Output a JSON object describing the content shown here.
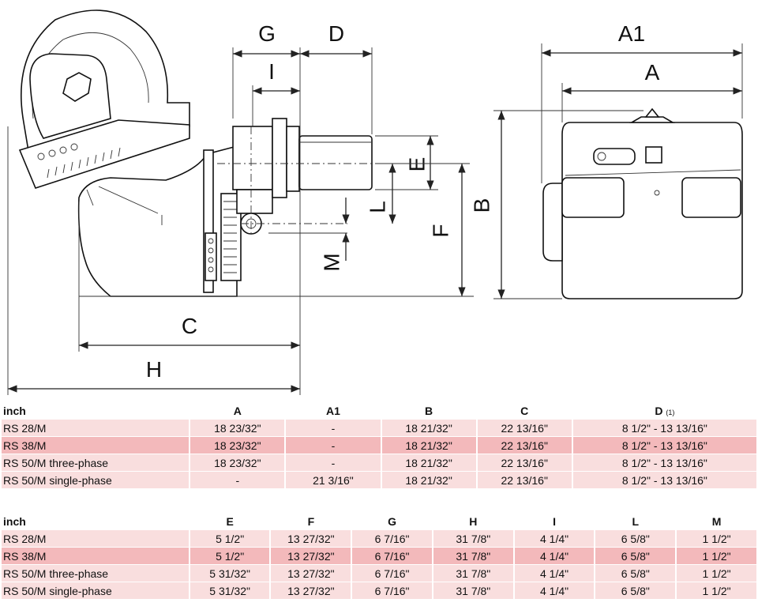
{
  "drawing": {
    "labels": {
      "G": "G",
      "D": "D",
      "I": "I",
      "E": "E",
      "L": "L",
      "F": "F",
      "M": "M",
      "C": "C",
      "H": "H",
      "A1": "A1",
      "A": "A",
      "B": "B"
    }
  },
  "table1": {
    "unit": "inch",
    "headers": [
      "A",
      "A1",
      "B",
      "C",
      "D"
    ],
    "d_note": "(1)",
    "rows": [
      {
        "model": "RS 28/M",
        "A": "18 23/32\"",
        "A1": "-",
        "B": "18 21/32\"",
        "C": "22 13/16\"",
        "D": "8 1/2\" - 13 13/16\""
      },
      {
        "model": "RS 38/M",
        "A": "18 23/32\"",
        "A1": "-",
        "B": "18 21/32\"",
        "C": "22 13/16\"",
        "D": "8 1/2\" - 13 13/16\""
      },
      {
        "model": "RS 50/M three-phase",
        "A": "18 23/32\"",
        "A1": "-",
        "B": "18 21/32\"",
        "C": "22 13/16\"",
        "D": "8 1/2\" - 13 13/16\""
      },
      {
        "model": "RS 50/M single-phase",
        "A": "-",
        "A1": "21 3/16\"",
        "B": "18 21/32\"",
        "C": "22 13/16\"",
        "D": "8 1/2\" - 13 13/16\""
      }
    ]
  },
  "table2": {
    "unit": "inch",
    "headers": [
      "E",
      "F",
      "G",
      "H",
      "I",
      "L",
      "M"
    ],
    "rows": [
      {
        "model": "RS 28/M",
        "E": "5 1/2\"",
        "F": "13 27/32\"",
        "G": "6 7/16\"",
        "H": "31 7/8\"",
        "I": "4 1/4\"",
        "L": "6 5/8\"",
        "M": "1 1/2\""
      },
      {
        "model": "RS 38/M",
        "E": "5 1/2\"",
        "F": "13 27/32\"",
        "G": "6 7/16\"",
        "H": "31 7/8\"",
        "I": "4 1/4\"",
        "L": "6 5/8\"",
        "M": "1 1/2\""
      },
      {
        "model": "RS 50/M three-phase",
        "E": "5 31/32\"",
        "F": "13 27/32\"",
        "G": "6 7/16\"",
        "H": "31 7/8\"",
        "I": "4 1/4\"",
        "L": "6 5/8\"",
        "M": "1 1/2\""
      },
      {
        "model": "RS 50/M single-phase",
        "E": "5 31/32\"",
        "F": "13 27/32\"",
        "G": "6 7/16\"",
        "H": "31 7/8\"",
        "I": "4 1/4\"",
        "L": "6 5/8\"",
        "M": "1 1/2\""
      }
    ]
  }
}
